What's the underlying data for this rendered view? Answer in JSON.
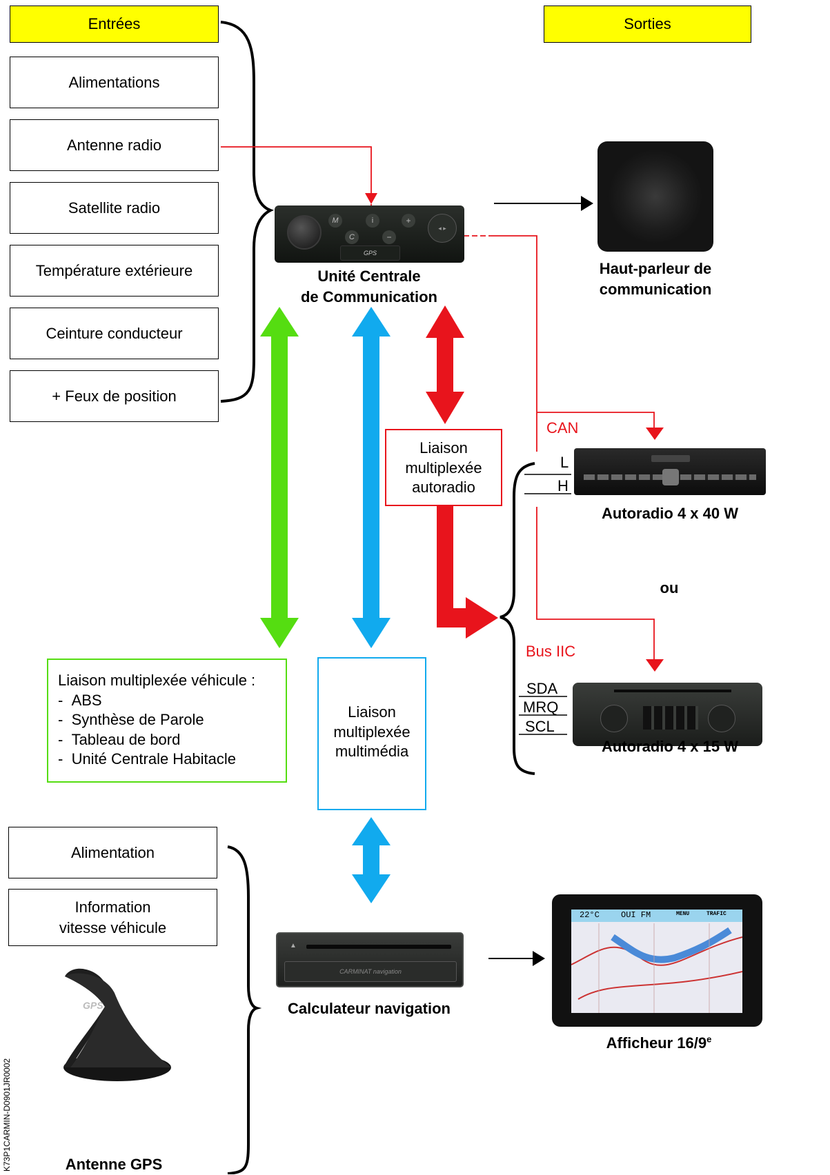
{
  "inputs": {
    "header": "Entrées",
    "items": [
      "Alimentations",
      "Antenne radio",
      "Satellite radio",
      "Température extérieure",
      "Ceinture conducteur",
      "+ Feux de position"
    ]
  },
  "outputs": {
    "header": "Sorties"
  },
  "central_unit": {
    "caption_line1": "Unité Centrale",
    "caption_line2": "de Communication",
    "gps_mark": "GPS",
    "btn_m": "M",
    "btn_c": "C",
    "btn_i": "i"
  },
  "speaker": {
    "caption_line1": "Haut-parleur de",
    "caption_line2": "communication"
  },
  "can": {
    "label": "CAN",
    "line_l": "L",
    "line_h": "H"
  },
  "autoradio_link": {
    "line1": "Liaison",
    "line2": "multiplexée",
    "line3": "autoradio"
  },
  "radio1": {
    "caption": "Autoradio 4 x 40 W"
  },
  "or_label": "ou",
  "bus_iic": {
    "label": "Bus IIC",
    "sda": "SDA",
    "mrq": "MRQ",
    "scl": "SCL"
  },
  "radio2": {
    "caption": "Autoradio 4 x 15 W"
  },
  "vehicle_link": {
    "title": "Liaison multiplexée véhicule :",
    "items": [
      "ABS",
      "Synthèse de Parole",
      "Tableau de bord",
      "Unité Centrale Habitacle"
    ]
  },
  "multimedia_link": {
    "line1": "Liaison",
    "line2": "multiplexée",
    "line3": "multimédia"
  },
  "nav_inputs": {
    "items": [
      "Alimentation",
      "Information vitesse véhicule"
    ]
  },
  "nav_computer": {
    "caption": "Calculateur navigation",
    "brand": "CARMINAT navigation"
  },
  "display": {
    "caption": "Afficheur 16/9",
    "caption_sup": "e",
    "temp": "22°C",
    "station": "OUI FM",
    "menu": "MENU",
    "traffic": "TRAFIC"
  },
  "gps_antenna": {
    "caption": "Antenne GPS",
    "mark": "GPS"
  },
  "side_code": "K73P1CARMIN-D0901JR0002",
  "colors": {
    "yellow": "#ffff00",
    "red": "#e8141c",
    "green": "#55dd11",
    "blue": "#11aaee"
  }
}
